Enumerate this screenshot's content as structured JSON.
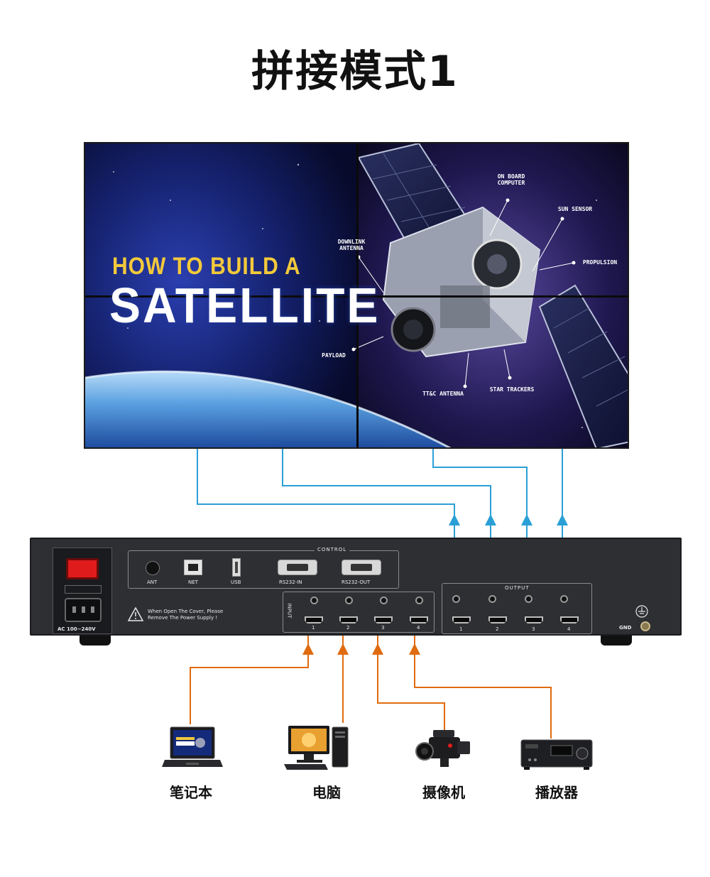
{
  "title": "拼接模式1",
  "screen": {
    "line1": "HOW TO BUILD A",
    "line2": "SATELLITE",
    "callouts": {
      "on_board": "ON BOARD\nCOMPUTER",
      "sun_sensor": "SUN SENSOR",
      "propulsion": "PROPULSION",
      "downlink": "DOWNLINK\nANTENNA",
      "payload": "PAYLOAD",
      "ttc": "TT&C ANTENNA",
      "star_trackers": "STAR TRACKERS"
    }
  },
  "device": {
    "power_label": "AC 100~240V",
    "control_label": "CONTROL",
    "ant": "ANT",
    "net": "NET",
    "usb": "USB",
    "rs232_in": "RS232-IN",
    "rs232_out": "RS232-OUT",
    "warning": "When Open The Cover, Please\nRemove The Power Supply !",
    "input_label": "INPUT",
    "output_label": "OUTPUT",
    "gnd": "GND",
    "input_ports": [
      "1",
      "2",
      "3",
      "4"
    ],
    "output_ports": [
      "1",
      "2",
      "3",
      "4"
    ]
  },
  "sources": [
    {
      "label": "笔记本",
      "icon": "laptop-icon"
    },
    {
      "label": "电脑",
      "icon": "desktop-computer-icon"
    },
    {
      "label": "摄像机",
      "icon": "video-camera-icon"
    },
    {
      "label": "播放器",
      "icon": "media-player-icon"
    }
  ],
  "colors": {
    "output_lines": "#2a9fd6",
    "input_lines": "#e06b10",
    "power_switch": "#e01b1b"
  }
}
